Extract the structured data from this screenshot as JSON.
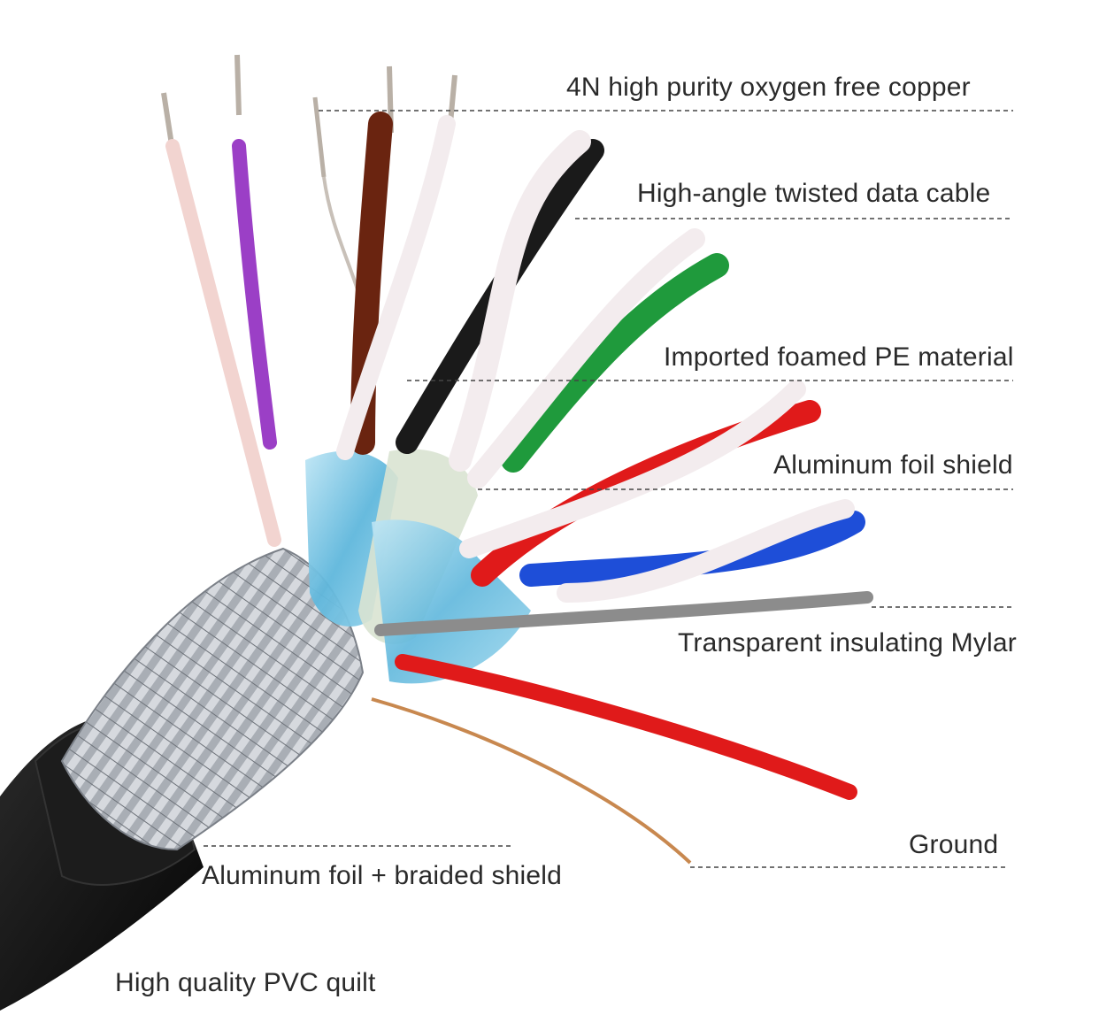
{
  "labels": {
    "copper": "4N high purity oxygen free copper",
    "twisted": "High-angle twisted data cable",
    "pe": "Imported foamed PE material",
    "foil": "Aluminum foil shield",
    "mylar": "Transparent insulating Mylar",
    "ground": "Ground",
    "braid": "Aluminum foil + braided shield",
    "pvc": "High quality PVC quilt"
  },
  "colors": {
    "jacket": "#141414",
    "braid": "#b8bcc2",
    "foil": "#7fc8e6",
    "copper": "#c8884f",
    "purple": "#9b3fc6",
    "brown": "#6a2410",
    "black": "#1a1a1a",
    "white": "#f3ecee",
    "green": "#1f9a3c",
    "red": "#e01a1a",
    "blue": "#1e4ed8",
    "gray": "#8c8c8c"
  }
}
